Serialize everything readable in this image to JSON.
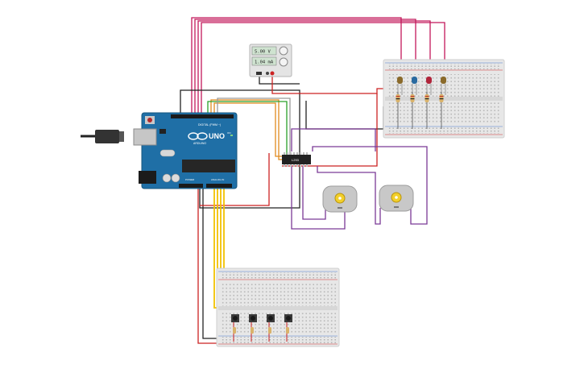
{
  "power_supply": {
    "voltage": "5.00 V",
    "current": "1.04 mA"
  },
  "arduino": {
    "logo": "UNO",
    "brand": "ARDUINO",
    "digital_label": "DIGITAL (PWM ~)",
    "power_label": "POWER",
    "analog_label": "ANALOG IN",
    "on_label": "ON"
  },
  "driver_chip": {
    "label": "L293"
  },
  "leds": [
    {
      "color": "#8a6a2a"
    },
    {
      "color": "#2a6aa0"
    },
    {
      "color": "#b0243a"
    },
    {
      "color": "#8a6a2a"
    }
  ],
  "wire_colors": {
    "magenta": "#c2185b",
    "red": "#cc2222",
    "black": "#222222",
    "orange": "#e08a1e",
    "green": "#2aa02a",
    "purple": "#7b3a96",
    "yellow": "#f2c200"
  }
}
